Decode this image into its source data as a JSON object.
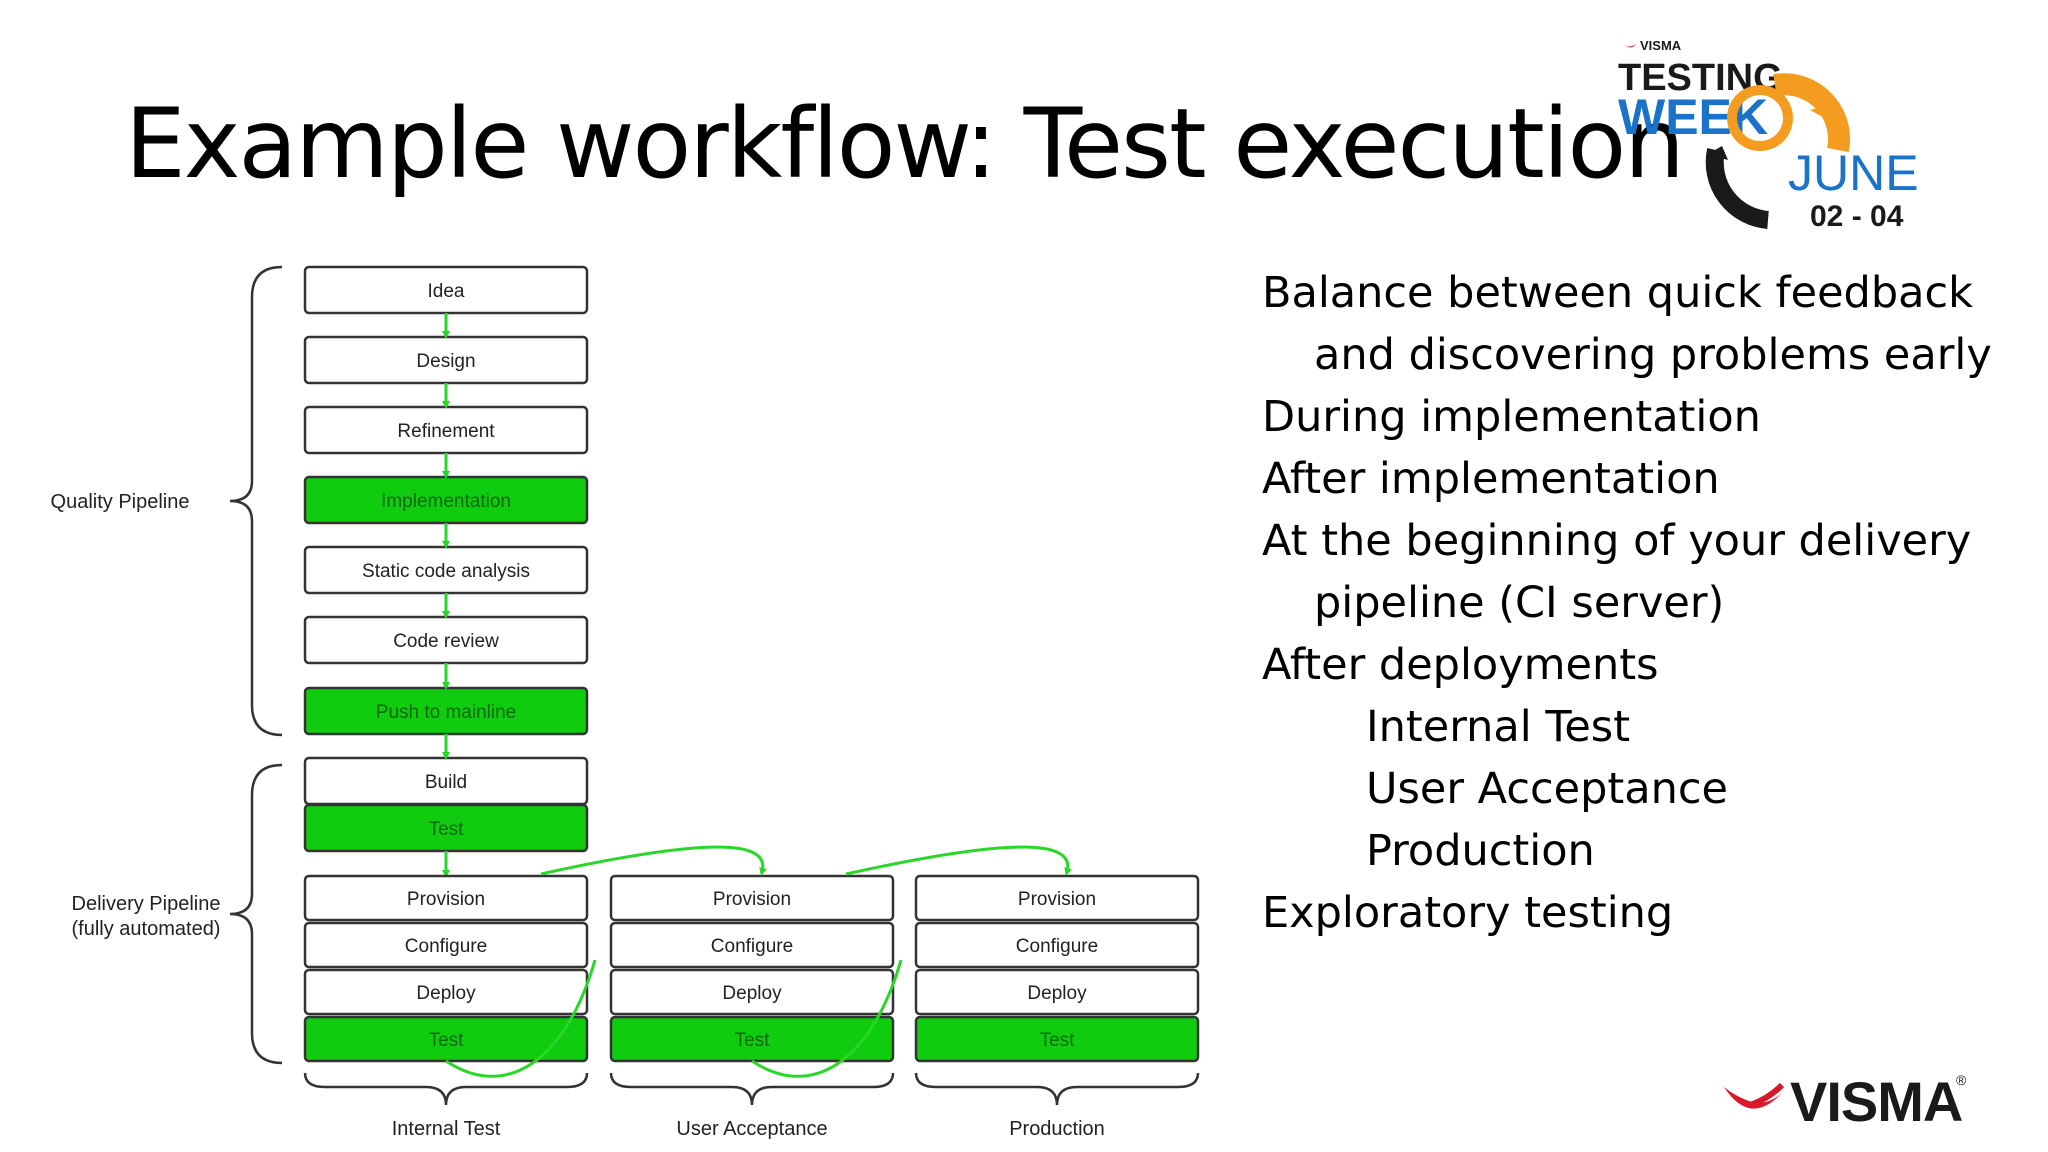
{
  "slide": {
    "title": "Example workflow: Test execution"
  },
  "diagram": {
    "colors": {
      "highlight": "#0fcc0f",
      "arrow": "#2ad62a",
      "border": "#333333",
      "brace": "#333333"
    },
    "main_column": [
      {
        "label": "Idea",
        "highlight": false
      },
      {
        "label": "Design",
        "highlight": false
      },
      {
        "label": "Refinement",
        "highlight": false
      },
      {
        "label": "Implementation",
        "highlight": true
      },
      {
        "label": "Static code analysis",
        "highlight": false
      },
      {
        "label": "Code review",
        "highlight": false
      },
      {
        "label": "Push to mainline",
        "highlight": true
      },
      {
        "label": "Build",
        "highlight": false
      },
      {
        "label": "Test",
        "highlight": true
      }
    ],
    "stage_boxes": [
      {
        "label": "Provision",
        "highlight": false
      },
      {
        "label": "Configure",
        "highlight": false
      },
      {
        "label": "Deploy",
        "highlight": false
      },
      {
        "label": "Test",
        "highlight": true
      }
    ],
    "environments": [
      "Internal Test",
      "User Acceptance",
      "Production"
    ],
    "groups": {
      "quality_label": "Quality Pipeline",
      "delivery_label_line1": "Delivery Pipeline",
      "delivery_label_line2": "(fully automated)"
    }
  },
  "bullets": [
    {
      "text": "Balance between quick feedback",
      "level": 0
    },
    {
      "text": "and discovering problems early",
      "level": 1
    },
    {
      "text": "During implementation",
      "level": 0
    },
    {
      "text": "After implementation",
      "level": 0
    },
    {
      "text": "At the beginning of your delivery",
      "level": 0
    },
    {
      "text": "pipeline (CI server)",
      "level": 1
    },
    {
      "text": "After deployments",
      "level": 0
    },
    {
      "text": "Internal Test",
      "level": 2
    },
    {
      "text": "User Acceptance",
      "level": 2
    },
    {
      "text": "Production",
      "level": 2
    },
    {
      "text": "Exploratory testing",
      "level": 0
    }
  ],
  "event_logo": {
    "brand_small": "VISMA",
    "line1": "TESTING",
    "line2": "WEEK",
    "month": "JUNE",
    "dates": "02 - 04",
    "colors": {
      "blue": "#1a73c8",
      "orange": "#f39c1f",
      "dark": "#1a1a1a",
      "red": "#d7192a"
    }
  },
  "brand_logo": {
    "text": "VISMA",
    "mark": "®",
    "color": "#d7192a",
    "text_color": "#1a1a1a"
  }
}
